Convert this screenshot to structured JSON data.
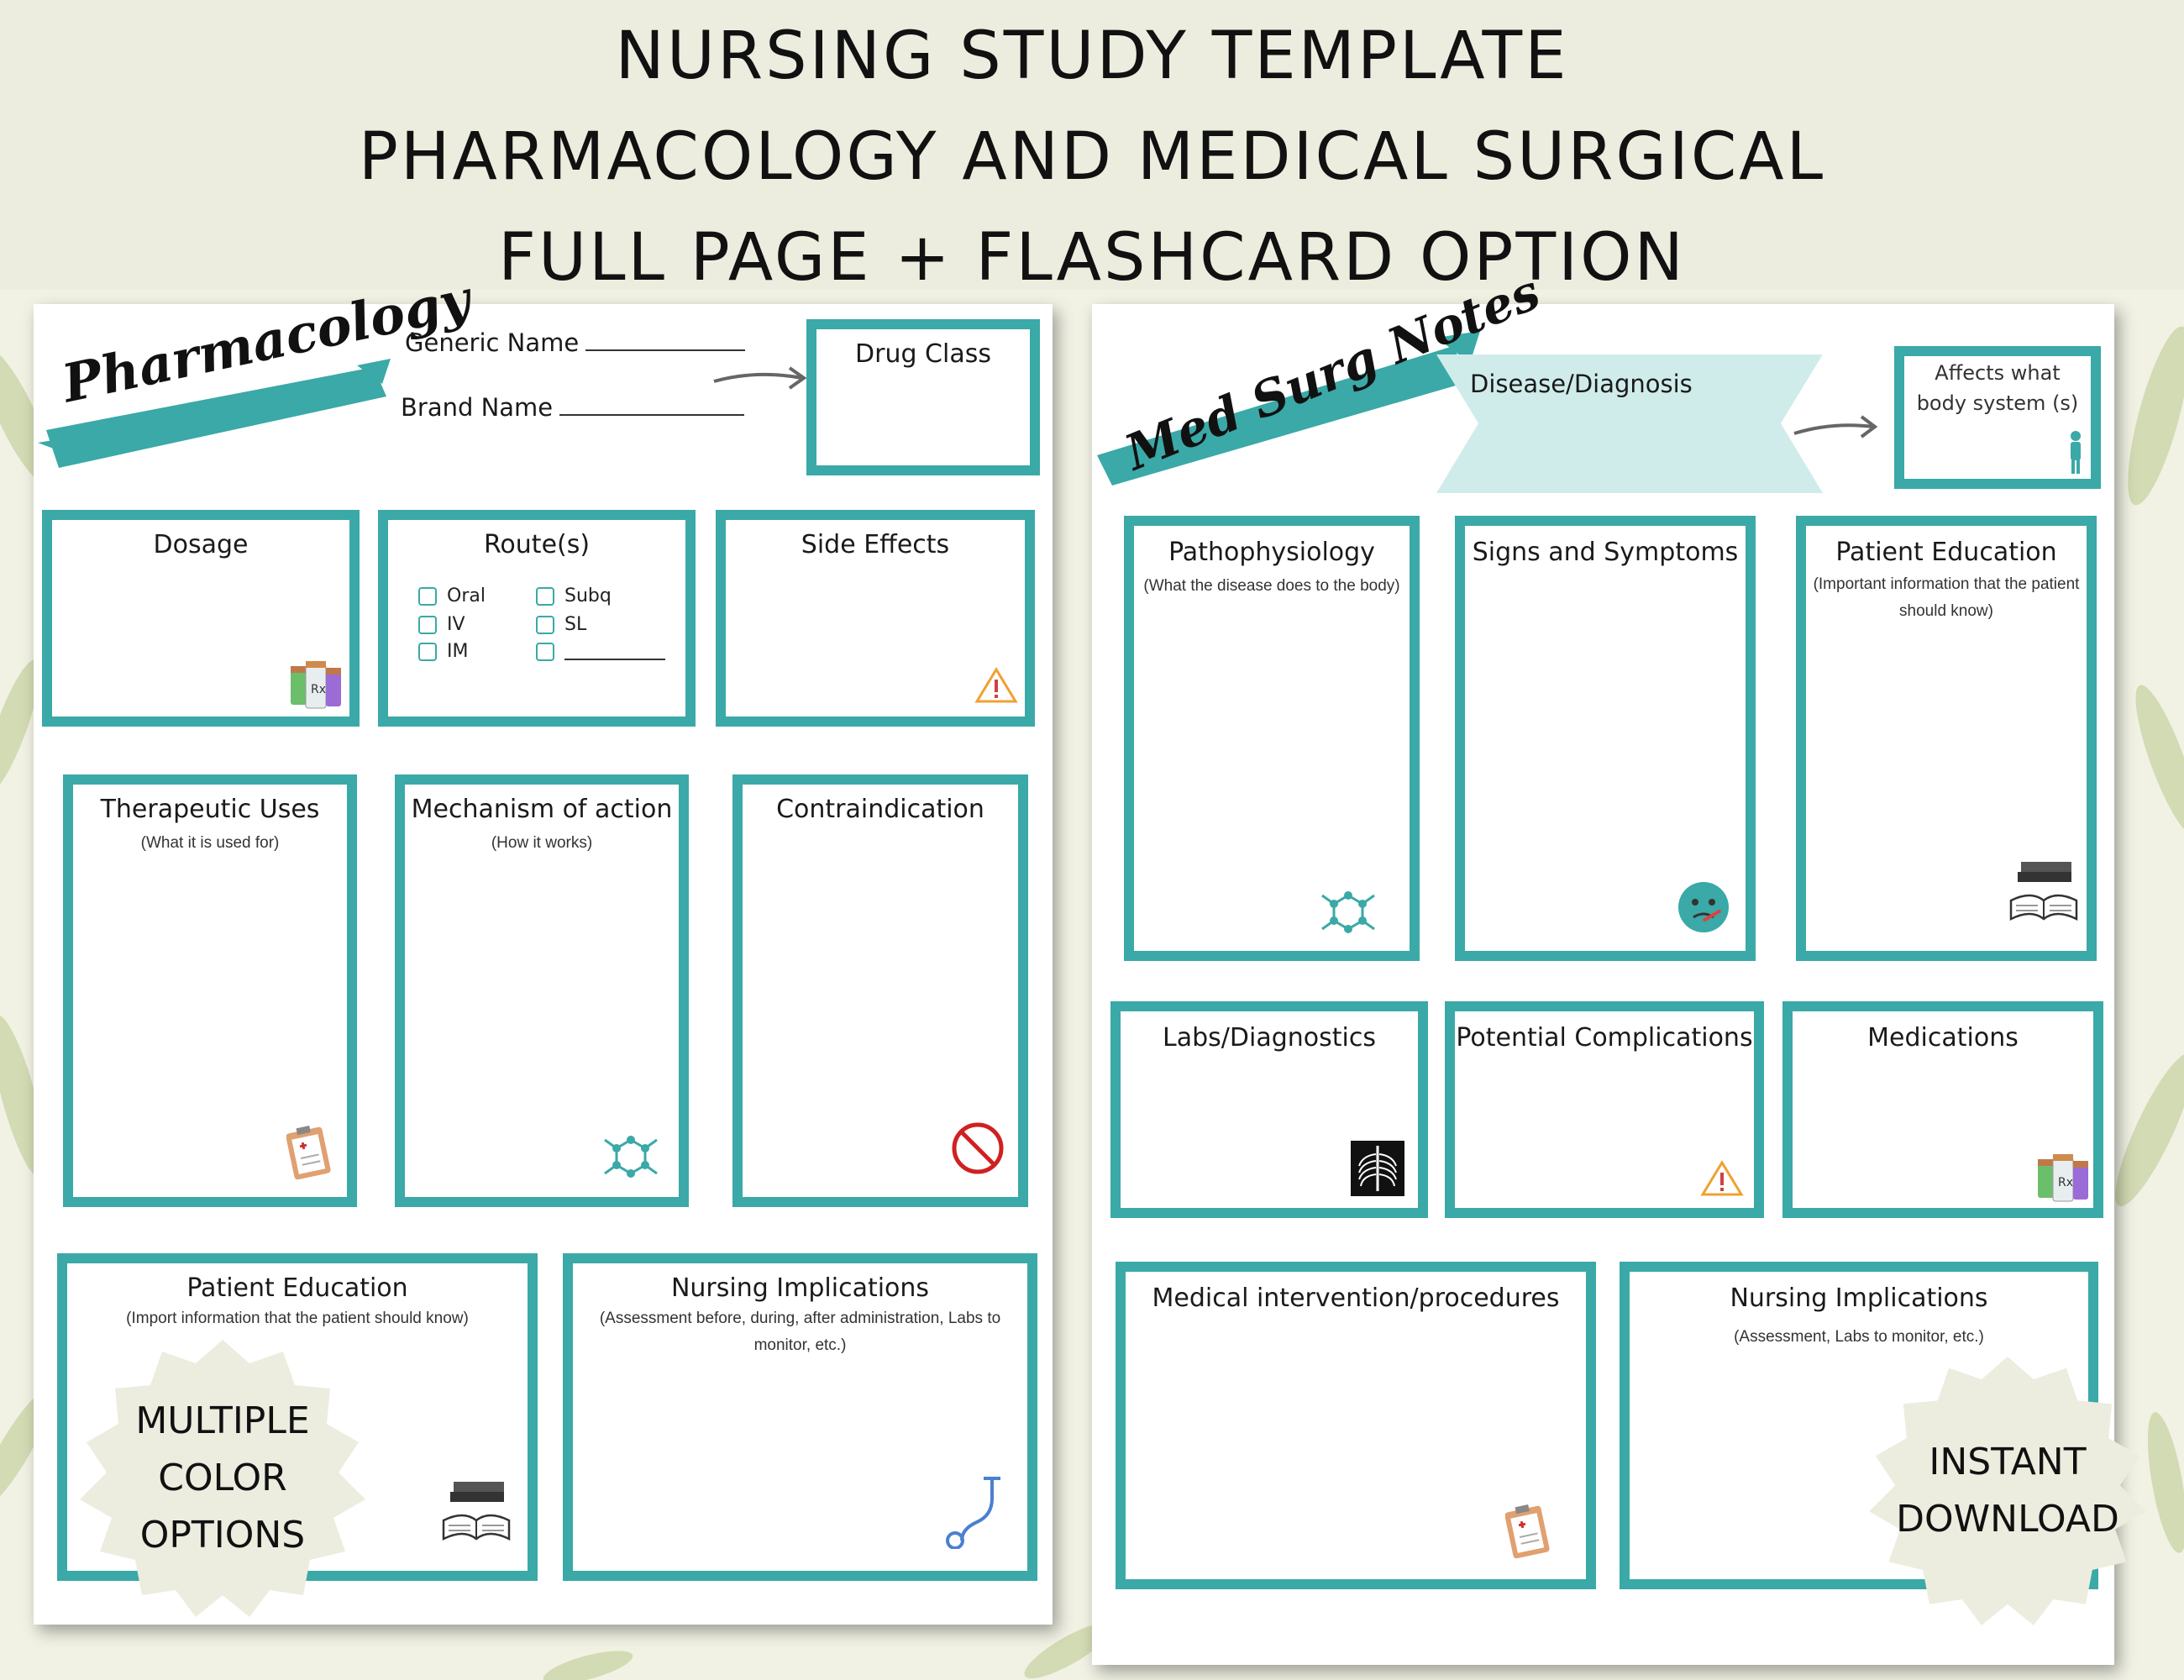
{
  "banner": {
    "line1": "NURSING STUDY TEMPLATE",
    "line2": "PHARMACOLOGY AND MEDICAL SURGICAL",
    "line3": "FULL PAGE + FLASHCARD OPTION"
  },
  "colors": {
    "accent": "#3aa9a7",
    "ribbon": "#cfeceb",
    "badge": "#ecedde"
  },
  "pharmacology": {
    "title": "Pharmacology",
    "generic_name_label": "Generic Name",
    "brand_name_label": "Brand Name",
    "drug_class": "Drug Class",
    "dosage": "Dosage",
    "routes_title": "Route(s)",
    "routes": [
      "Oral",
      "IV",
      "IM",
      "Subq",
      "SL"
    ],
    "side_effects": "Side Effects",
    "therapeutic_uses": "Therapeutic Uses",
    "therapeutic_uses_sub": "(What it is used for)",
    "mechanism": "Mechanism of action",
    "mechanism_sub": "(How it works)",
    "contraindication": "Contraindication",
    "patient_education": "Patient Education",
    "patient_education_sub": "(Import information that the patient should know)",
    "nursing_implications": "Nursing Implications",
    "nursing_implications_sub": "(Assessment before, during, after administration, Labs to monitor, etc.)"
  },
  "medsurg": {
    "title": "Med Surg Notes",
    "disease": "Disease/Diagnosis",
    "affects_line1": "Affects what",
    "affects_line2": "body system (s)",
    "patho": "Pathophysiology",
    "patho_sub": "(What the disease does to the body)",
    "signs": "Signs and Symptoms",
    "patient_education": "Patient Education",
    "patient_education_sub1": "(Important information that the patient",
    "patient_education_sub2": "should know)",
    "labs": "Labs/Diagnostics",
    "complications": "Potential Complications",
    "medications": "Medications",
    "interventions": "Medical intervention/procedures",
    "nursing_implications": "Nursing Implications",
    "nursing_implications_sub": "(Assessment, Labs to monitor, etc.)"
  },
  "badges": {
    "left_line1": "MULTIPLE",
    "left_line2": "COLOR",
    "left_line3": "OPTIONS",
    "right_line1": "INSTANT",
    "right_line2": "DOWNLOAD"
  },
  "icons": [
    "medicine-bottles-icon",
    "warning-icon",
    "clipboard-icon",
    "molecule-icon",
    "prohibited-icon",
    "books-icon",
    "stethoscope-icon",
    "sick-face-icon",
    "xray-icon",
    "body-figure-icon",
    "arrow-icon"
  ]
}
